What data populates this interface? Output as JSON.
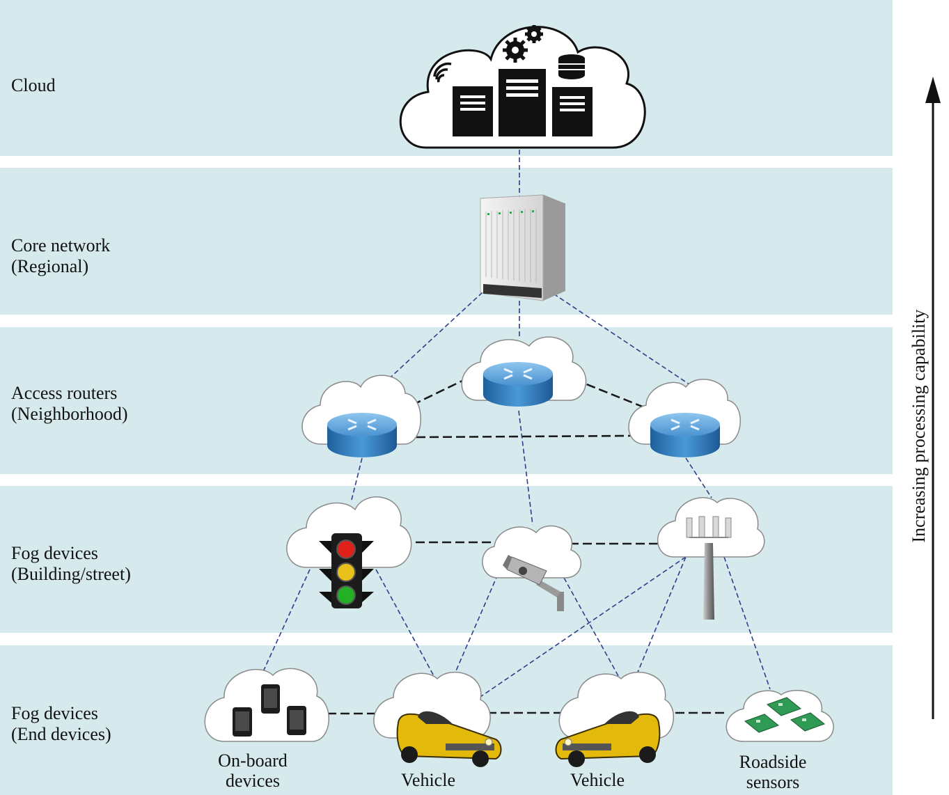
{
  "tiers": [
    {
      "label": "Cloud"
    },
    {
      "label": "Core network\n(Regional)"
    },
    {
      "label": "Access routers\n(Neighborhood)"
    },
    {
      "label": "Fog devices\n(Building/street)"
    },
    {
      "label": "Fog devices\n(End devices)"
    }
  ],
  "end_devices": [
    {
      "label": "On-board\ndevices"
    },
    {
      "label": "Vehicle"
    },
    {
      "label": "Vehicle"
    },
    {
      "label": "Roadside\nsensors"
    }
  ],
  "axis": {
    "label": "Increasing processing capability"
  },
  "colors": {
    "band": "#d6eaed",
    "link_vertical": "#2b3f8c",
    "link_horizontal": "#1a1a1a",
    "router_blue": "#3a86c8",
    "traffic_red": "#e0201b",
    "traffic_yellow": "#e8c21a",
    "traffic_green": "#23b024",
    "car_yellow": "#e3b90c",
    "pcb_green": "#2e9a54"
  },
  "icons": [
    "cloud-data-center-icon",
    "core-switch-icon",
    "router-icon",
    "traffic-light-icon",
    "security-camera-icon",
    "cell-tower-icon",
    "smartphone-icon",
    "car-icon",
    "sensor-board-icon",
    "up-arrow-icon"
  ]
}
